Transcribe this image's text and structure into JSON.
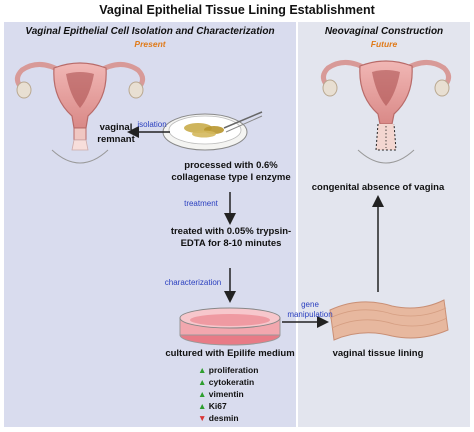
{
  "title": "Vaginal Epithelial Tissue Lining Establishment",
  "left_panel": {
    "title": "Vaginal Epithelial Cell Isolation and Characterization",
    "subtitle": "Present"
  },
  "right_panel": {
    "title": "Neovaginal Construction",
    "subtitle": "Future"
  },
  "labels": {
    "vaginal_remnant": "vaginal remnant",
    "isolation": "isolation",
    "collagenase": "processed with 0.6% collagenase type I enzyme",
    "treatment": "treatment",
    "trypsin": "treated with 0.05% trypsin-EDTA for 8-10 minutes",
    "characterization": "characterization",
    "cultured": "cultured with Epilife medium",
    "gene_manipulation": "gene manipulation",
    "vaginal_tissue_lining": "vaginal tissue lining",
    "congenital_absence": "congenital absence of vagina"
  },
  "markers": [
    {
      "label": "proliferation",
      "direction": "up"
    },
    {
      "label": "cytokeratin",
      "direction": "up"
    },
    {
      "label": "vimentin",
      "direction": "up"
    },
    {
      "label": "Ki67",
      "direction": "up"
    },
    {
      "label": "desmin",
      "direction": "down"
    }
  ],
  "colors": {
    "left_bg": "#d9dcee",
    "right_bg": "#e3e5ee",
    "future": "#e07b1a",
    "link_blue": "#2a3fbf",
    "up": "#2e9e2e",
    "down": "#d93636"
  }
}
